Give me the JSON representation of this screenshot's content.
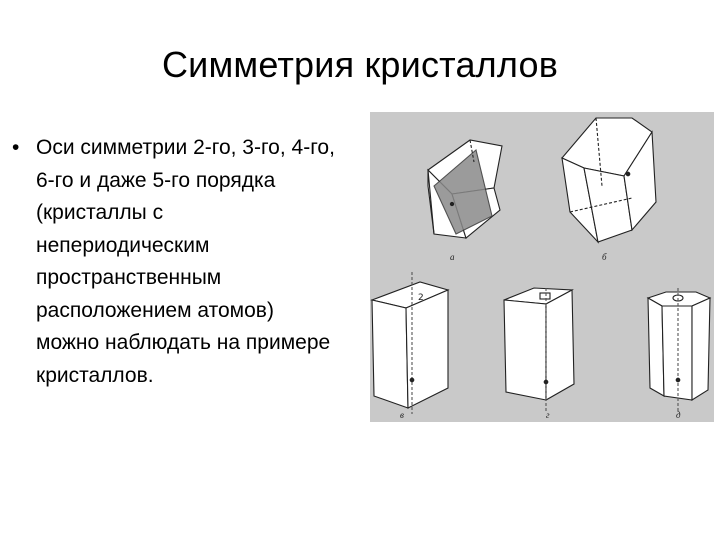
{
  "slide": {
    "title": "Симметрия кристаллов",
    "bullet": "Оси симметрии 2-го, 3-го, 4-го, 6-го и даже 5-го порядка (кристаллы с непериодическим пространственным расположением атомов) можно наблюдать на примере кристаллов."
  },
  "figure": {
    "labels": {
      "a": "а",
      "b": "б",
      "v": "в",
      "g": "г",
      "d": "д"
    },
    "background_color": "#c9c9c9"
  }
}
